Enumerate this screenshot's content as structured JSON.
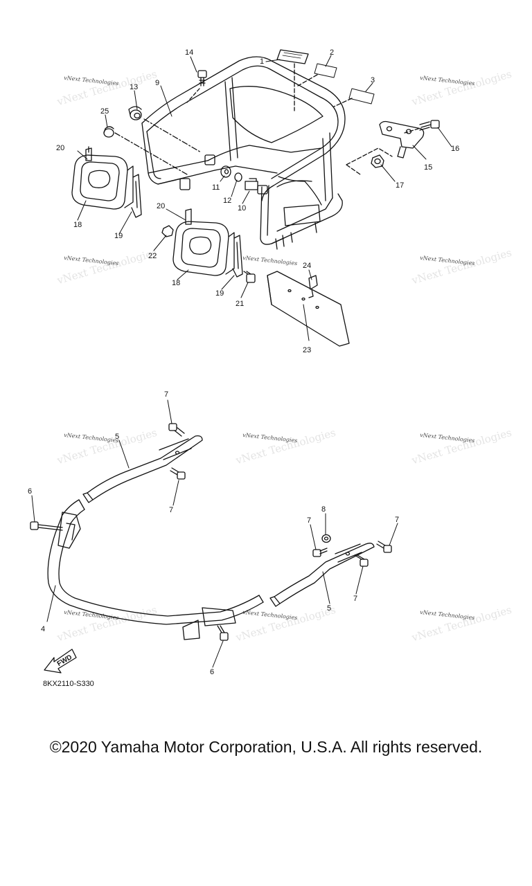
{
  "callouts": [
    "1",
    "2",
    "3",
    "4",
    "5",
    "6",
    "7",
    "8",
    "9",
    "10",
    "11",
    "12",
    "13",
    "14",
    "15",
    "16",
    "17",
    "18",
    "19",
    "20",
    "21",
    "22",
    "23",
    "24",
    "25"
  ],
  "watermark": {
    "text": "vNext Technologies",
    "bg_text": "vNext Technologies"
  },
  "fwd_label": "FWD",
  "diagram_code": "8KX2110-S330",
  "copyright": "©2020 Yamaha Motor Corporation, U.S.A. All rights reserved."
}
